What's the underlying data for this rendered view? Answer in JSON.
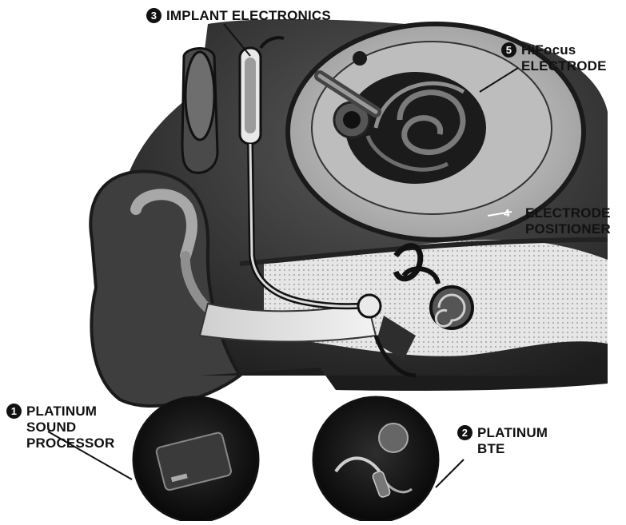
{
  "labels": {
    "implant_electronics": {
      "number": "3",
      "text": "IMPLANT ELECTRONICS"
    },
    "hifocus_electrode": {
      "number": "5",
      "line1": "HiFocus",
      "line2": "ELECTRODE"
    },
    "electrode_positioner": {
      "number": "4",
      "line1": "ELECTRODE",
      "line2": "POSITIONER"
    },
    "platinum_sound_processor": {
      "number": "1",
      "line1": "PLATINUM",
      "line2": "SOUND",
      "line3": "PROCESSOR"
    },
    "platinum_bte": {
      "number": "2",
      "line1": "PLATINUM",
      "line2": "BTE"
    }
  },
  "colors": {
    "ink": "#111111",
    "dark_tissue": "#2a2a2a",
    "mid_tissue": "#6b6b6b",
    "light_tissue": "#cfcfcf",
    "background": "#ffffff"
  }
}
